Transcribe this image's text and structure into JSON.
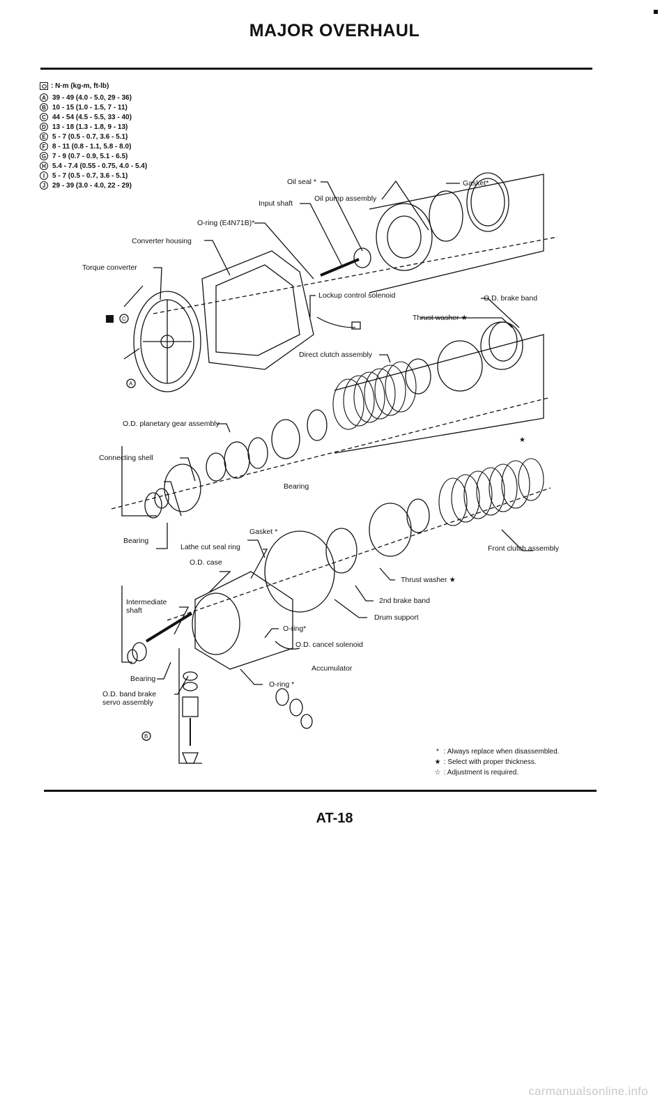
{
  "header": {
    "title": "MAJOR OVERHAUL"
  },
  "specs": {
    "unit": ": N·m (kg-m, ft-lb)",
    "items": [
      {
        "letter": "A",
        "text": "39 - 49 (4.0 - 5.0, 29 - 36)"
      },
      {
        "letter": "B",
        "text": "10 - 15 (1.0 - 1.5, 7 - 11)"
      },
      {
        "letter": "C",
        "text": "44 - 54 (4.5 - 5.5, 33 - 40)"
      },
      {
        "letter": "D",
        "text": "13 - 18 (1.3 - 1.8, 9 - 13)"
      },
      {
        "letter": "E",
        "text": "5 - 7 (0.5 - 0.7, 3.6 - 5.1)"
      },
      {
        "letter": "F",
        "text": "8 - 11 (0.8 - 1.1, 5.8 - 8.0)"
      },
      {
        "letter": "G",
        "text": "7 - 9 (0.7 - 0.9, 5.1 - 6.5)"
      },
      {
        "letter": "H",
        "text": "5.4 - 7.4 (0.55 - 0.75, 4.0 - 5.4)"
      },
      {
        "letter": "I",
        "text": "5 - 7 (0.5 - 0.7, 3.6 - 5.1)"
      },
      {
        "letter": "J",
        "text": "29 - 39 (3.0 - 4.0, 22 - 29)"
      }
    ]
  },
  "labels": {
    "oil_pump_assembly": "Oil pump assembly",
    "gasket_top": "Gasket*",
    "oil_seal": "Oil seal *",
    "input_shaft": "Input shaft",
    "o_ring_e4n71b": "O-ring (E4N71B)*",
    "converter_housing": "Converter housing",
    "torque_converter": "Torque converter",
    "lockup_control_solenoid": "Lockup control solenoid",
    "od_brake_band": "O.D. brake band",
    "thrust_washer_top": "Thrust washer ★",
    "direct_clutch_assembly": "Direct clutch assembly",
    "od_planetary_gear_assembly": "O.D. planetary gear assembly",
    "connecting_shell": "Connecting shell",
    "bearing_mid": "Bearing",
    "gasket_lower": "Gasket *",
    "bearing_left": "Bearing",
    "lathe_cut_seal_ring": "Lathe cut seal ring",
    "front_clutch_assembly": "Front clutch assembly",
    "od_case": "O.D. case",
    "thrust_washer_lower": "Thrust washer ★",
    "intermediate_shaft_1": "Intermediate",
    "intermediate_shaft_2": "shaft",
    "second_brake_band": "2nd brake band",
    "drum_support": "Drum support",
    "o_ring_lower": "O-ring*",
    "od_cancel_solenoid": "O.D. cancel solenoid",
    "accumulator": "Accumulator",
    "bearing_lower": "Bearing",
    "od_band_brake_servo_1": "O.D. band brake",
    "od_band_brake_servo_2": "servo assembly",
    "o_ring_bottom": "O-ring *",
    "callout_c": "C",
    "callout_a": "A",
    "callout_b": "B",
    "callout_star": "★"
  },
  "legend": [
    {
      "symbol": "*",
      "text": "Always replace when disassembled."
    },
    {
      "symbol": "★",
      "text": "Select with proper thickness."
    },
    {
      "symbol": "☆",
      "text": "Adjustment is required."
    }
  ],
  "footer": {
    "page": "AT-18"
  },
  "watermark": {
    "text": "carmanualsonline.info"
  }
}
